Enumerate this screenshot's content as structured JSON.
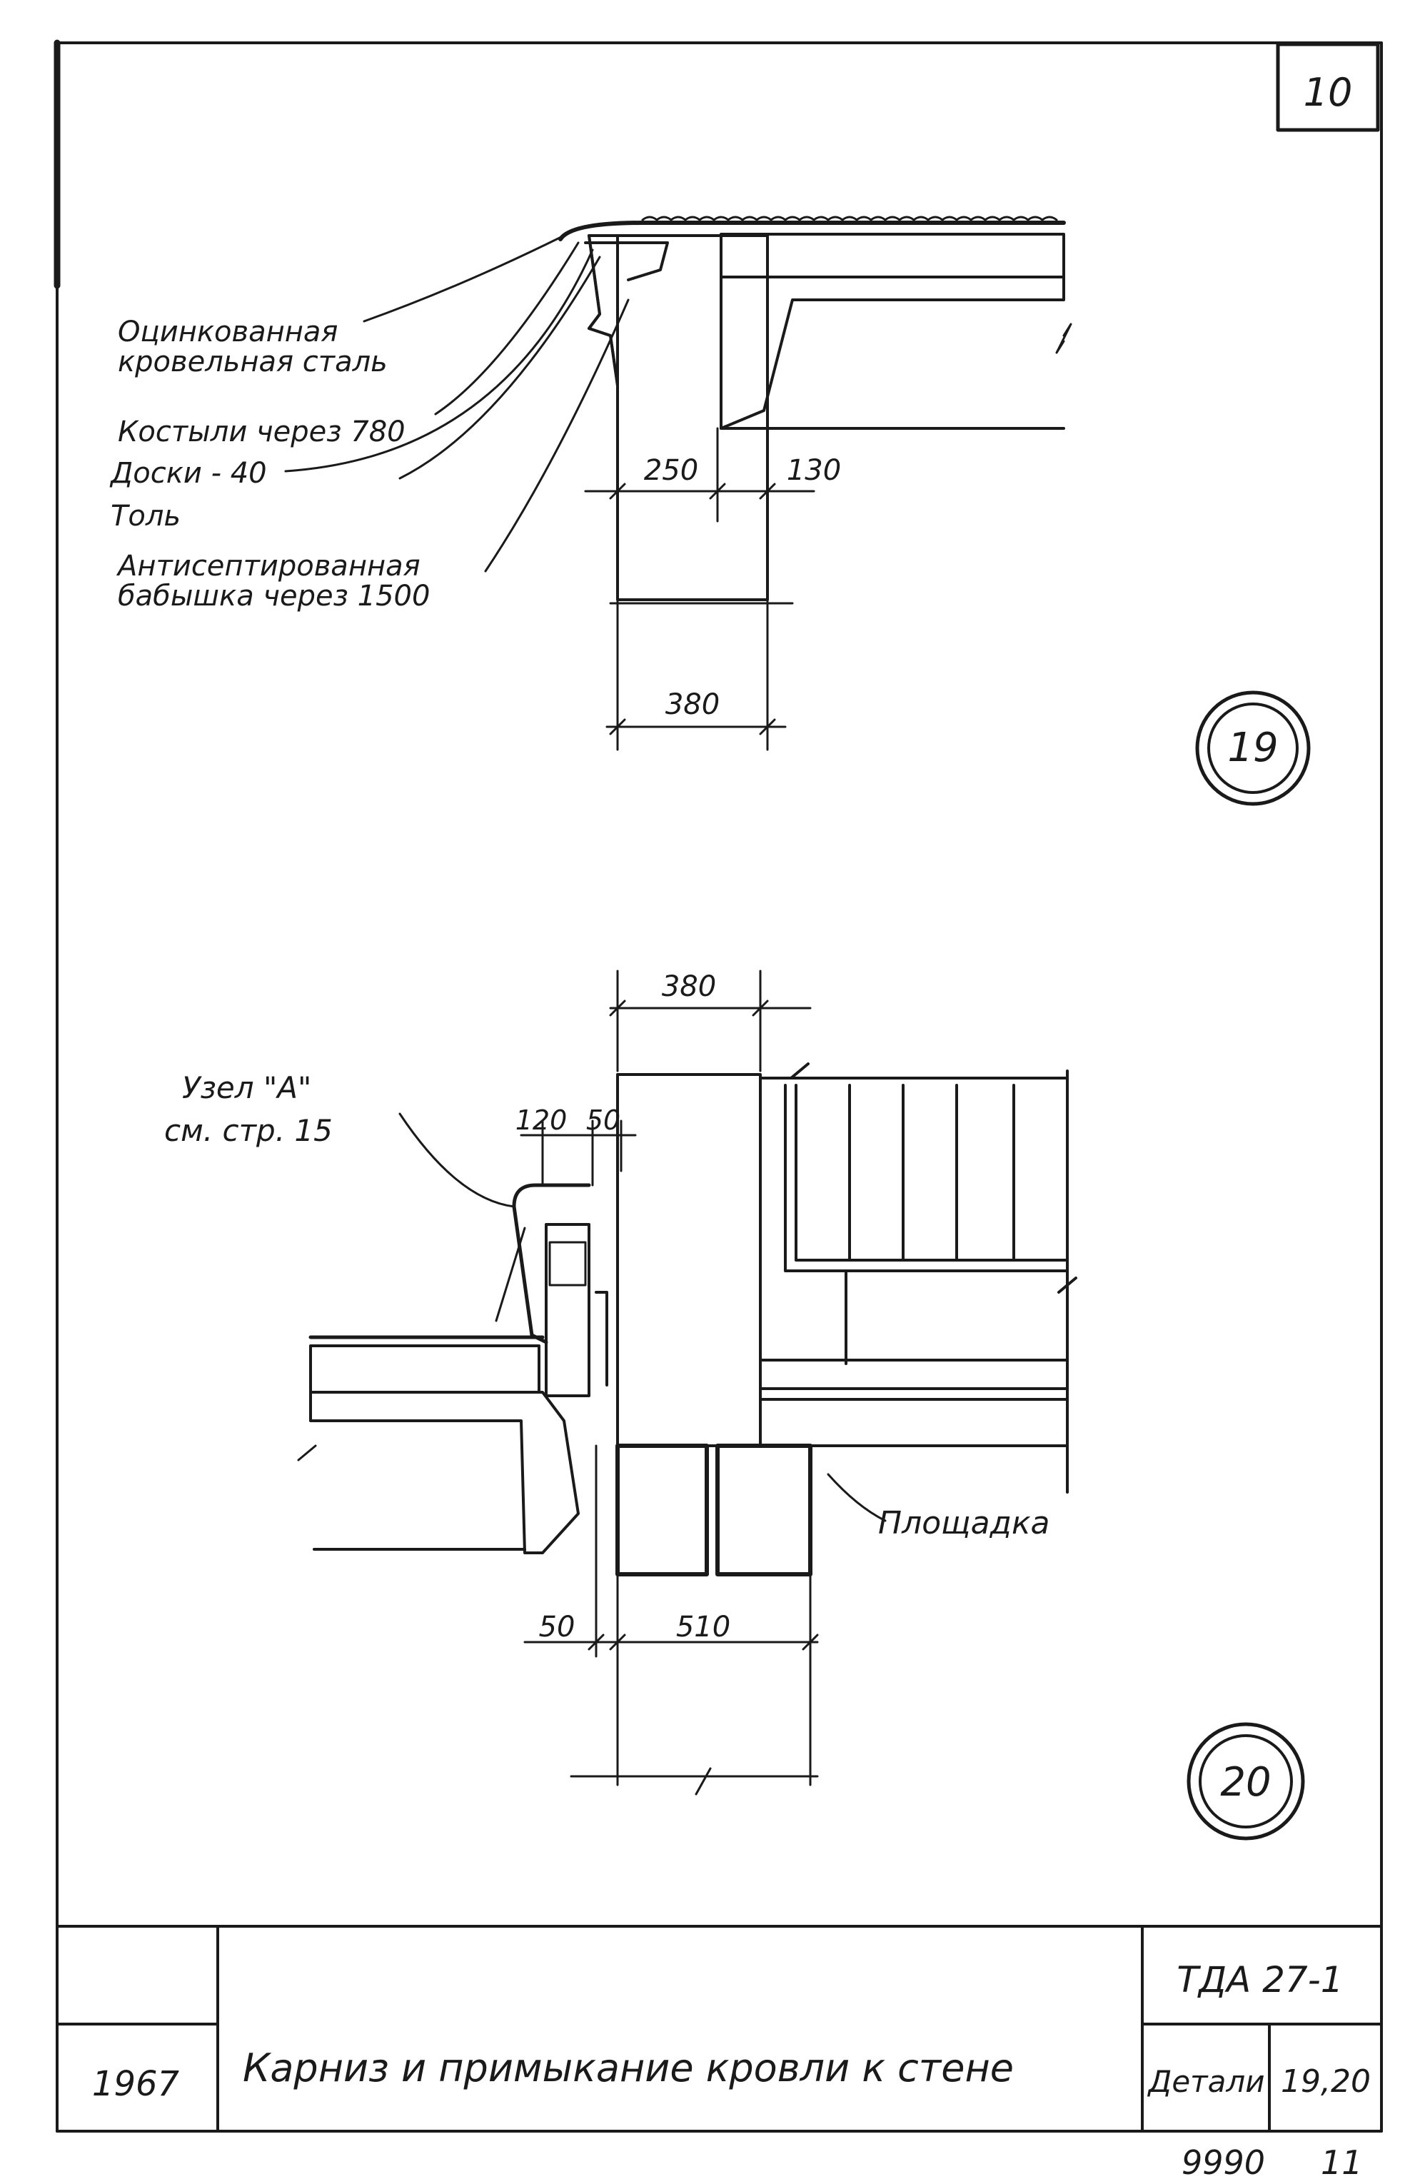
{
  "sheet": {
    "page_number": "10",
    "ink_color": "#1a1a1a",
    "paper_color": "#ffffff"
  },
  "detail19": {
    "marker": "19",
    "callouts": [
      "Оцинкованная",
      "кровельная сталь",
      "Костыли через 780",
      "Доски - 40",
      "Толь",
      "Антисептированная",
      "бабышка через 1500"
    ],
    "dims": {
      "inner": "250",
      "right": "130",
      "total": "380"
    }
  },
  "detail20": {
    "marker": "20",
    "node_label_1": "Узел \"А\"",
    "node_label_2": "см. стр. 15",
    "dims": {
      "top": "380",
      "small_a": "120",
      "small_b": "50",
      "left": "50",
      "bottom": "510"
    },
    "platform_label": "Площадка"
  },
  "title_block": {
    "year": "1967",
    "title": "Карниз и примыкание кровли к стене",
    "code": "ТДА 27-1",
    "details_label": "Детали",
    "details_value": "19,20"
  },
  "footer": {
    "archive_number": "9990",
    "sheet_number": "11"
  }
}
